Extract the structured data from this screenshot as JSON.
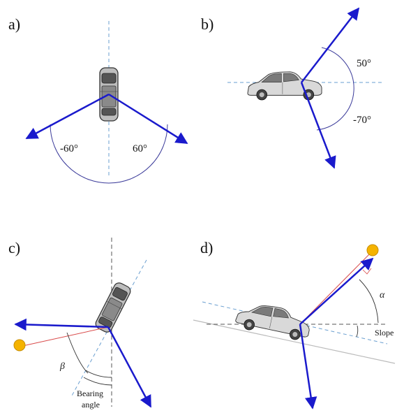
{
  "panels": {
    "a": {
      "label": "a)",
      "left_angle": "-60°",
      "right_angle": "60°"
    },
    "b": {
      "label": "b)",
      "upper_angle": "50°",
      "lower_angle": "-70°"
    },
    "c": {
      "label": "c)",
      "beta": "β",
      "bearing_line1": "Bearing",
      "bearing_line2": "angle"
    },
    "d": {
      "label": "d)",
      "alpha": "α",
      "slope": "Slope"
    }
  },
  "colors": {
    "vector": "#1a1acc",
    "dashed_blue": "#6a9fd0",
    "dashed_gray": "#555555",
    "sun": "#f5b300",
    "sun_ray": "#d94a4a",
    "arc": "#3b3b9a"
  }
}
